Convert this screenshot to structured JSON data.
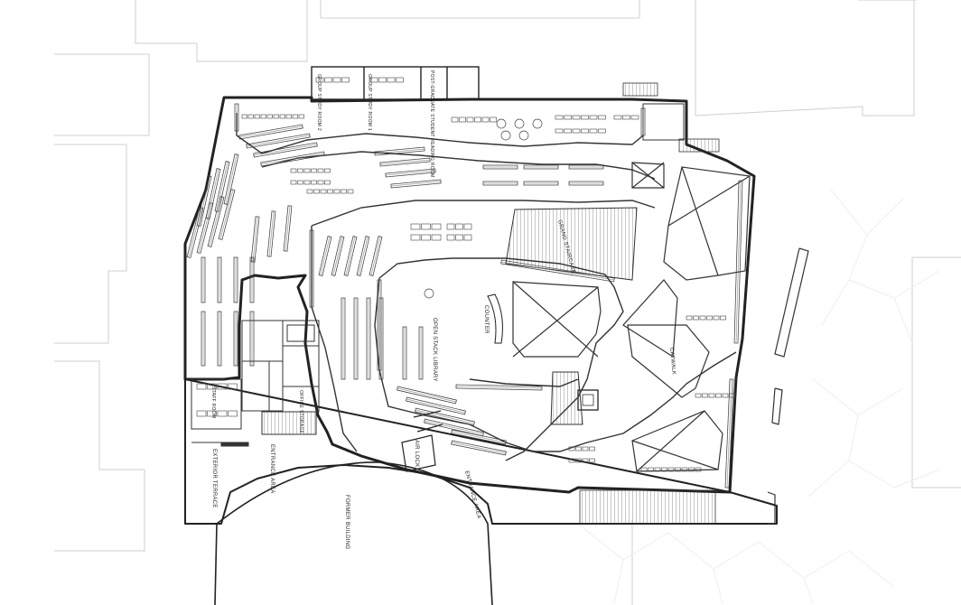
{
  "plan": {
    "labels": {
      "group_study_2": "GROUP STUDY ROOM 2",
      "group_study_1": "GROUP STUDY ROOM 1",
      "postgrad_reading": "POST-GRADUATE STUDENT READING ROOM",
      "grand_staircase": "GRAND STAIRCASE",
      "catwalk": "CATWALK",
      "counter": "COUNTER",
      "open_stack": "OPEN STACK LIBRARY",
      "staff_room": "STAFF ROOM",
      "office": "OFFICE STORAGE",
      "exterior_terrace": "EXTERIOR TERRACE",
      "entrance_area_left": "ENTRANCE AREA",
      "entrance_area_right": "ENTRANCE AREA",
      "air_lock": "AIR LOCK",
      "former_building": "FORMER BUILDING"
    }
  }
}
